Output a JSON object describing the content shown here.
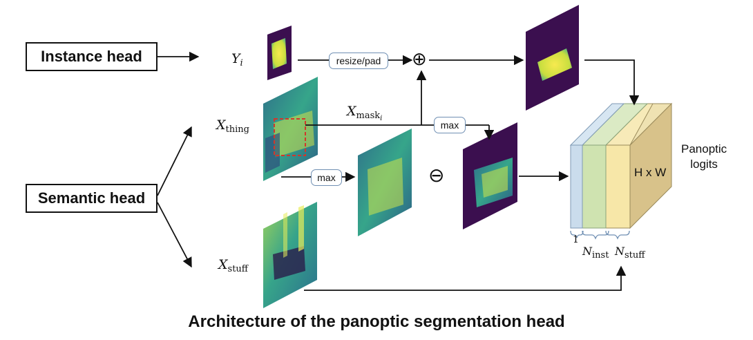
{
  "heads": {
    "instance": "Instance head",
    "semantic": "Semantic head"
  },
  "ops": {
    "resize_pad": "resize/pad",
    "max_top": "max",
    "max_bottom": "max",
    "plus_symbol": "⊕",
    "minus_symbol": "⊖"
  },
  "symbols": {
    "y_base": "Y",
    "y_sub": "i",
    "xthing_base": "X",
    "xthing_sub": "thing",
    "xmask_base": "X",
    "xmask_sub": "mask",
    "xmask_subsub": "i",
    "xstuff_base": "X",
    "xstuff_sub": "stuff"
  },
  "output": {
    "panoptic_logits_line1": "Panoptic",
    "panoptic_logits_line2": "logits",
    "dims": "H x W",
    "one": "1",
    "n_inst_base": "N",
    "n_inst_sub": "inst",
    "n_stuff_base": "N",
    "n_stuff_sub": "stuff"
  },
  "caption": "Architecture of the panoptic segmentation head",
  "colors": {
    "dark_purple": "#3b0f4f",
    "teal": "#2a8c8a",
    "yellow": "#f2e650",
    "red_dashed": "#d2362b",
    "slab_blue": "#cadcec",
    "slab_green": "#cfe3b0",
    "slab_yellow": "#f7e7a8",
    "slab_tan": "#d8c28a"
  }
}
